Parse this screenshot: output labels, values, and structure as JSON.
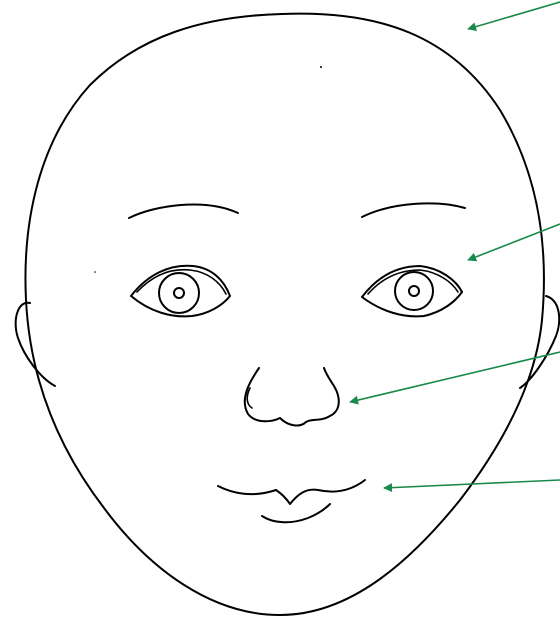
{
  "diagram": {
    "subject": "face-line-drawing",
    "colors": {
      "ink": "#000000",
      "arrow": "#1a8a4a",
      "background": "#ffffff"
    },
    "callouts": [
      {
        "name": "forehead-arrow",
        "target": "forehead",
        "label": ""
      },
      {
        "name": "eye-arrow",
        "target": "right-eye",
        "label": ""
      },
      {
        "name": "nose-arrow",
        "target": "nose",
        "label": ""
      },
      {
        "name": "mouth-arrow",
        "target": "mouth",
        "label": ""
      }
    ]
  }
}
